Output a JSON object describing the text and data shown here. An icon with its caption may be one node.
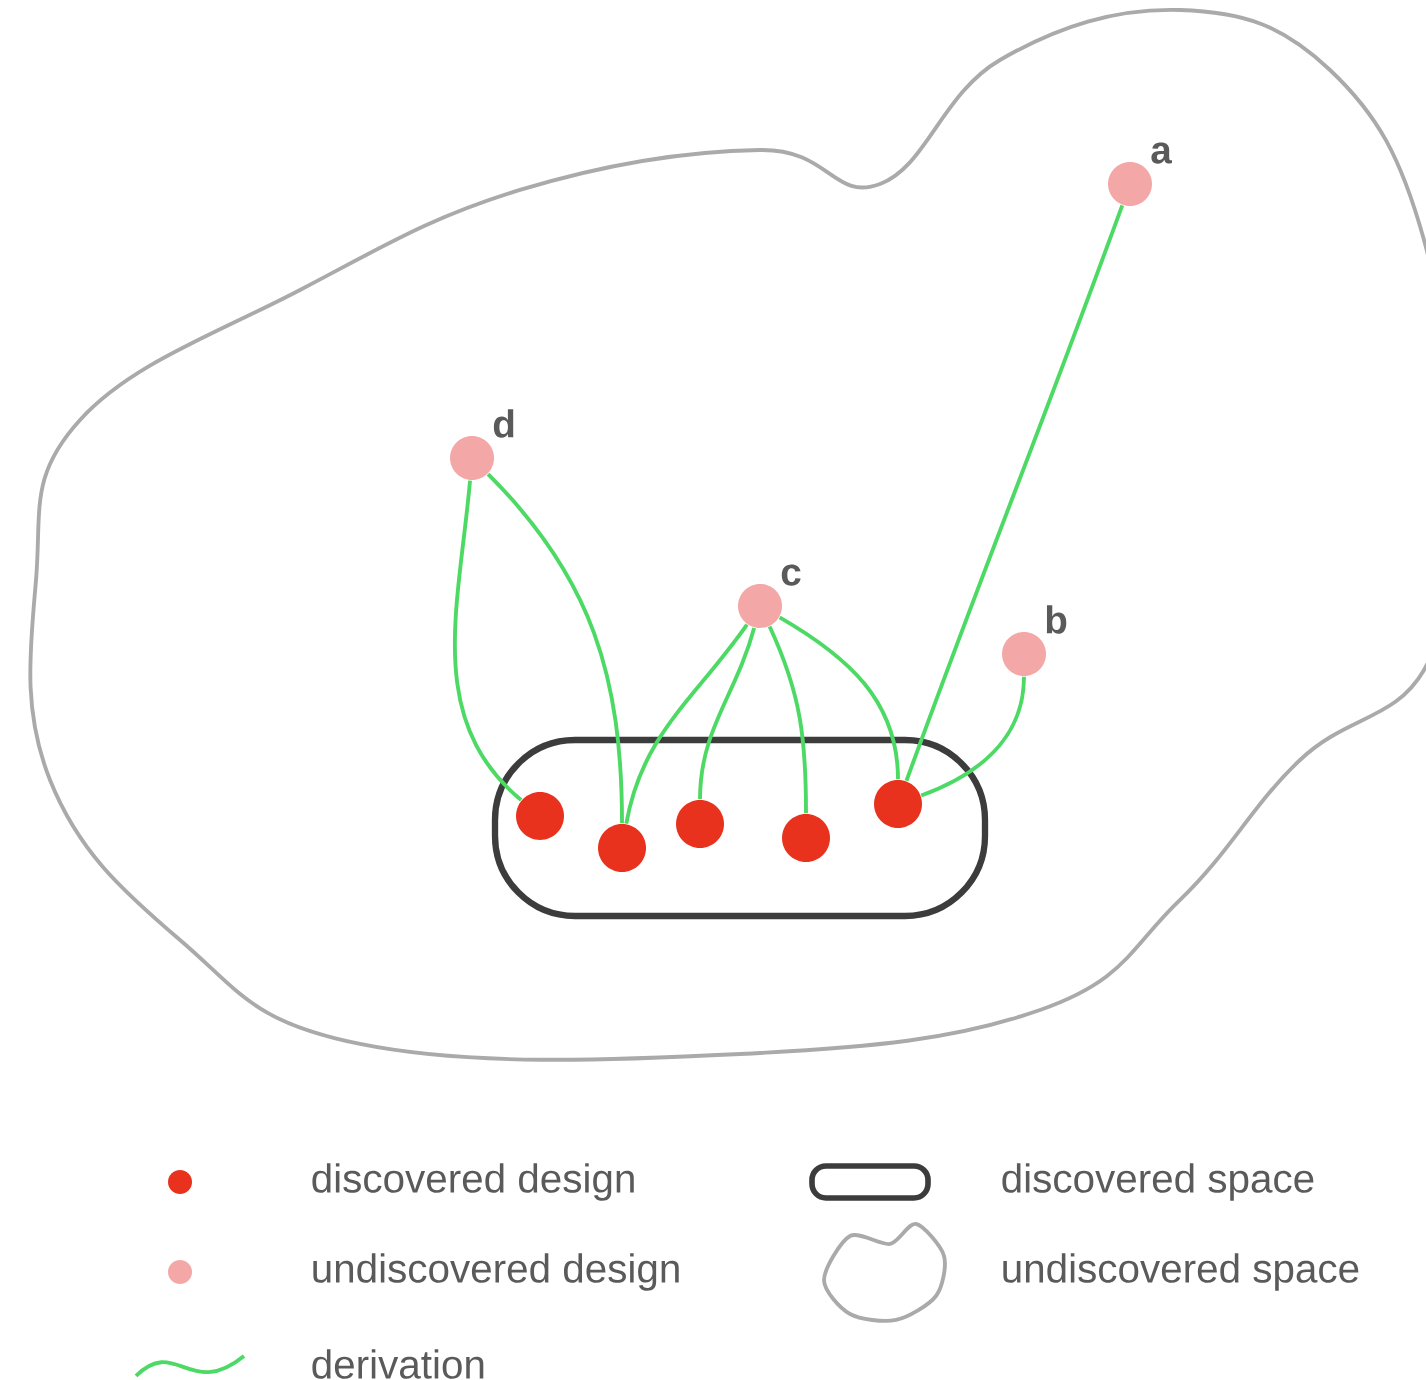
{
  "diagram": {
    "nodes": [
      {
        "text": [],
        "shape": "cloud"
      },
      {
        "text": [
          "a"
        ],
        "in": 0
      },
      {
        "text": [
          "d"
        ],
        "in": 0
      },
      {
        "text": [
          "c"
        ],
        "in": 0
      },
      {
        "text": [
          "b"
        ],
        "in": 0
      },
      {
        "text": [],
        "shape": "box",
        "in": 0
      },
      {
        "text": [],
        "shape": "circle",
        "in": 5
      },
      {
        "text": [],
        "shape": "circle",
        "in": 5
      },
      {
        "text": [],
        "shape": "circle",
        "in": 5
      },
      {
        "text": [],
        "shape": "circle",
        "in": 5
      },
      {
        "text": [],
        "shape": "circle",
        "in": 5
      }
    ],
    "edges": [
      {
        "from": 2,
        "to": 6,
        "arrow": "none"
      },
      {
        "from": 2,
        "to": 7,
        "arrow": "none"
      },
      {
        "from": 3,
        "to": 7,
        "arrow": "none"
      },
      {
        "from": 3,
        "to": 8,
        "arrow": "none"
      },
      {
        "from": 3,
        "to": 9,
        "arrow": "none"
      },
      {
        "from": 3,
        "to": 10,
        "arrow": "none"
      },
      {
        "from": 1,
        "to": 10,
        "arrow": "none"
      },
      {
        "from": 4,
        "to": 10,
        "arrow": "none"
      }
    ],
    "legend": [
      {
        "text": "discovered design",
        "color": "#e8321e"
      },
      {
        "text": "discovered space"
      },
      {
        "text": "undiscovered design",
        "color": "#f4a7a7"
      },
      {
        "text": "undiscovered space"
      },
      {
        "text": "derivation"
      }
    ]
  }
}
